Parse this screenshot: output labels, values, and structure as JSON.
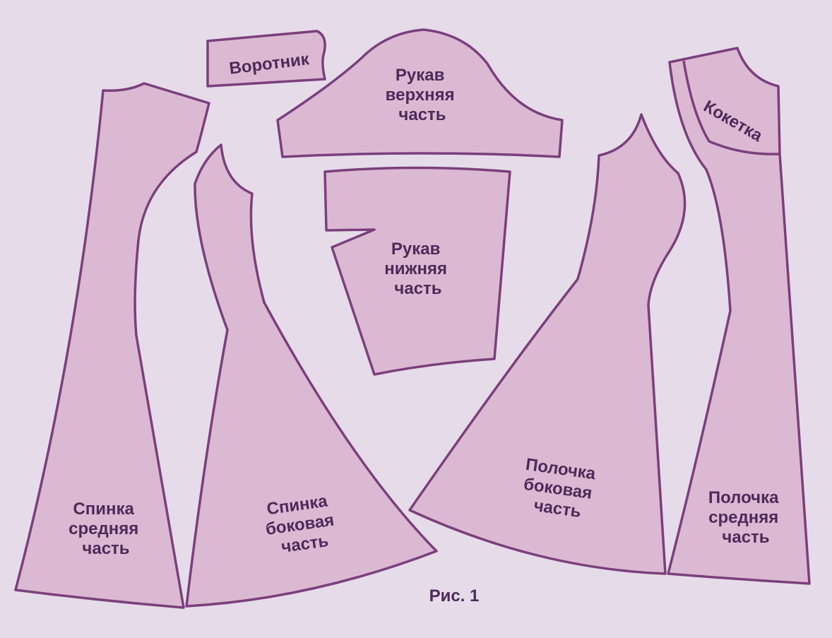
{
  "pieces": {
    "collar": {
      "label": "Воротник"
    },
    "sleeve_upper": {
      "lines": [
        "Рукав",
        "верхняя",
        "часть"
      ]
    },
    "sleeve_lower": {
      "lines": [
        "Рукав",
        "нижняя",
        "часть"
      ]
    },
    "back_center": {
      "lines": [
        "Спинка",
        "средняя",
        "часть"
      ]
    },
    "back_side": {
      "lines": [
        "Спинка",
        "боковая",
        "часть"
      ]
    },
    "front_side": {
      "lines": [
        "Полочка",
        "боковая",
        "часть"
      ]
    },
    "front_center": {
      "lines": [
        "Полочка",
        "средняя",
        "часть"
      ]
    },
    "yoke": {
      "label": "Кокетка"
    }
  },
  "caption": "Рис. 1",
  "colors": {
    "background": "#e6dce9",
    "piece_fill": "#dcb9d2",
    "outline": "#7b3f7d",
    "text": "#4d2a5a"
  }
}
